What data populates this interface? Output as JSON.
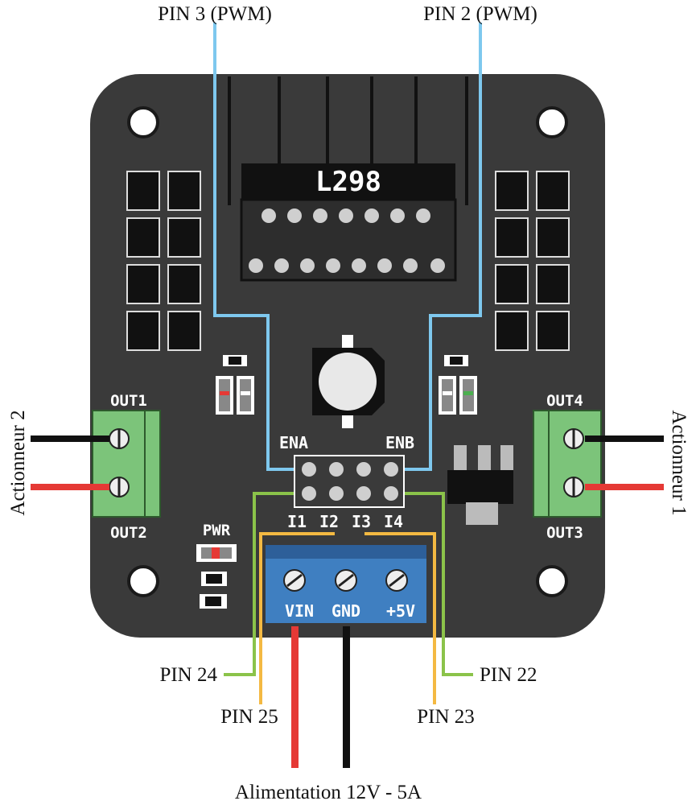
{
  "labels": {
    "pin3": "PIN 3 (PWM)",
    "pin2": "PIN 2 (PWM)",
    "pin24": "PIN 24",
    "pin25": "PIN 25",
    "pin22": "PIN 22",
    "pin23": "PIN 23",
    "act2": "Actionneur 2",
    "act1": "Actionneur 1",
    "power": "Alimentation 12V - 5A"
  },
  "board": {
    "chip": "L298",
    "out1": "OUT1",
    "out2": "OUT2",
    "out3": "OUT3",
    "out4": "OUT4",
    "ena": "ENA",
    "enb": "ENB",
    "i1": "I1",
    "i2": "I2",
    "i3": "I3",
    "i4": "I4",
    "pwr": "PWR",
    "vin": "VIN",
    "gnd": "GND",
    "v5": "+5V"
  },
  "colors": {
    "board": "#3a3a3a",
    "wire_pwm": "#7ec8ee",
    "wire_green": "#8bc34a",
    "wire_orange": "#f4b942",
    "wire_red": "#e53935",
    "wire_black": "#111111",
    "terminal_green": "#7cc47a",
    "terminal_blue": "#3f7fc1"
  }
}
